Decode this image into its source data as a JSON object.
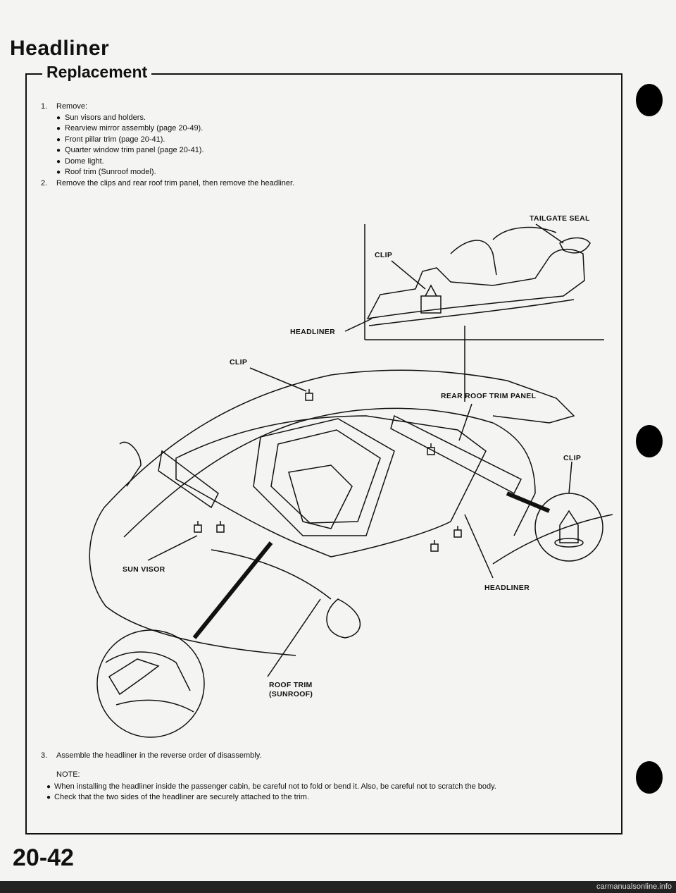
{
  "title": "Headliner",
  "subtitle": "Replacement",
  "steps": {
    "s1_num": "1.",
    "s1_text": "Remove:",
    "s1_items": [
      "Sun visors and holders.",
      "Rearview mirror assembly (page 20-49).",
      "Front pillar trim (page 20-41).",
      "Quarter window trim panel (page 20-41).",
      "Dome light.",
      "Roof trim (Sunroof model)."
    ],
    "s2_num": "2.",
    "s2_text": "Remove the clips and rear roof trim panel, then remove the headliner."
  },
  "labels": {
    "tailgate_seal": "TAILGATE SEAL",
    "clip_top": "CLIP",
    "headliner_top": "HEADLINER",
    "clip_mid": "CLIP",
    "rear_roof_trim_panel": "REAR ROOF TRIM PANEL",
    "clip_right": "CLIP",
    "sun_visor": "SUN VISOR",
    "headliner_bottom": "HEADLINER",
    "roof_trim_1": "ROOF TRIM",
    "roof_trim_2": "(SUNROOF)"
  },
  "step3": {
    "num": "3.",
    "text": "Assemble the headliner in the reverse order of disassembly."
  },
  "note": {
    "heading": "NOTE:",
    "items": [
      "When installing the headliner inside the passenger cabin, be careful not to fold or bend it. Also, be careful not to scratch the body.",
      "Check that the two sides of the headliner are securely attached to the trim."
    ]
  },
  "page_number": "20-42",
  "watermark": "carmanualsonline.info"
}
